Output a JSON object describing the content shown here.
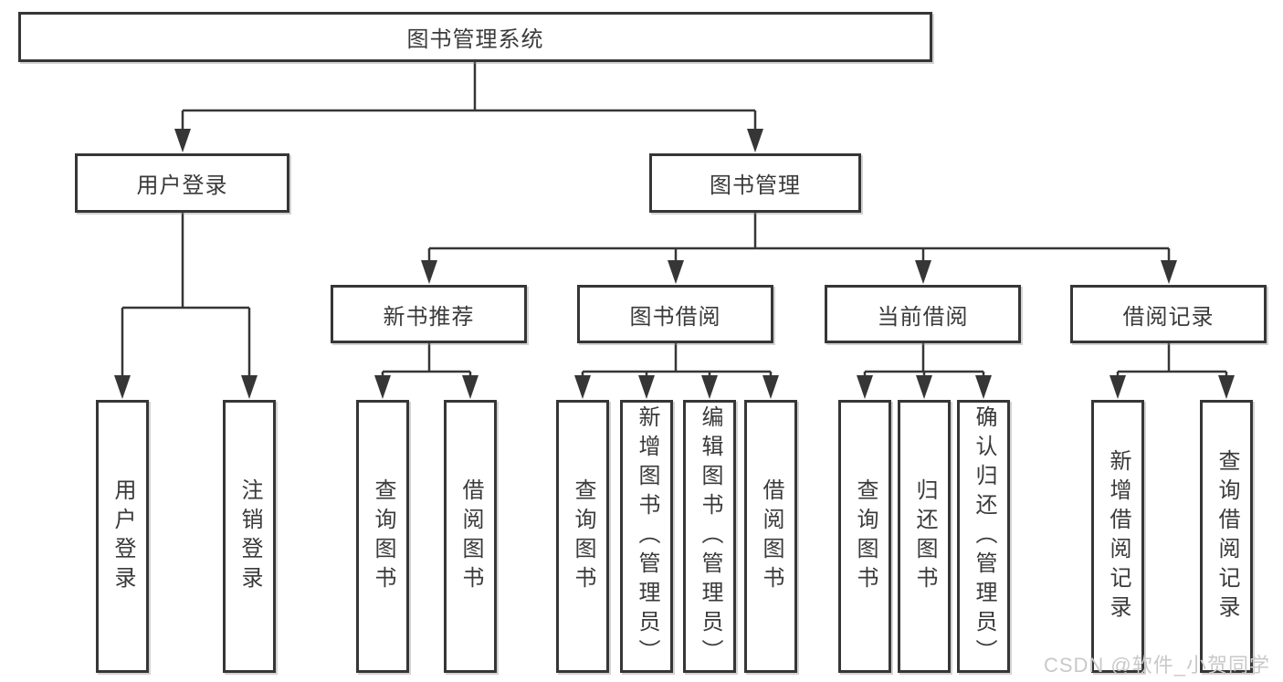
{
  "tree": {
    "root": {
      "label": "图书管理系统",
      "children": [
        {
          "label": "用户登录",
          "children": [
            {
              "label": "用户登录"
            },
            {
              "label": "注销登录"
            }
          ]
        },
        {
          "label": "图书管理",
          "children": [
            {
              "label": "新书推荐",
              "children": [
                {
                  "label": "查询图书"
                },
                {
                  "label": "借阅图书"
                }
              ]
            },
            {
              "label": "图书借阅",
              "children": [
                {
                  "label": "查询图书"
                },
                {
                  "label": "新增图书（管理员）"
                },
                {
                  "label": "编辑图书（管理员）"
                },
                {
                  "label": "借阅图书"
                }
              ]
            },
            {
              "label": "当前借阅",
              "children": [
                {
                  "label": "查询图书"
                },
                {
                  "label": "归还图书"
                },
                {
                  "label": "确认归还（管理员）"
                }
              ]
            },
            {
              "label": "借阅记录",
              "children": [
                {
                  "label": "新增借阅记录"
                },
                {
                  "label": "查询借阅记录"
                }
              ]
            }
          ]
        }
      ]
    }
  },
  "watermark": {
    "text": "CSDN @软件_小贺同学"
  },
  "colors": {
    "line": "#363636",
    "text": "#3a3a3a",
    "background": "#ffffff",
    "watermark": "#c9c9c9"
  }
}
